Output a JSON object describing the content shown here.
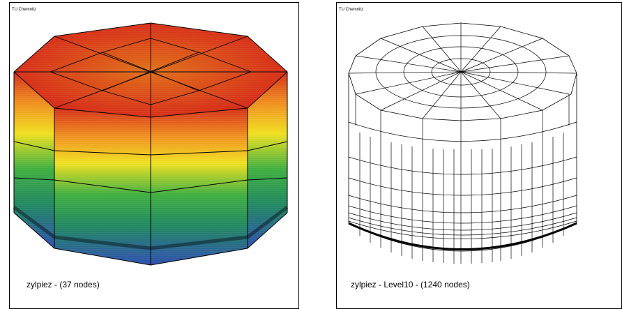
{
  "left_panel": {
    "brand": "TU Chemnitz",
    "caption": "zylpiez - (37 nodes)"
  },
  "right_panel": {
    "brand": "TU Chemnitz",
    "caption": "zylpiez - Level10 - (1240 nodes)"
  },
  "colors": {
    "top": "#e0301a",
    "top_center": "#e06a1a",
    "upper": "#f0e020",
    "middle": "#2aa060",
    "bottom": "#3050b0"
  }
}
